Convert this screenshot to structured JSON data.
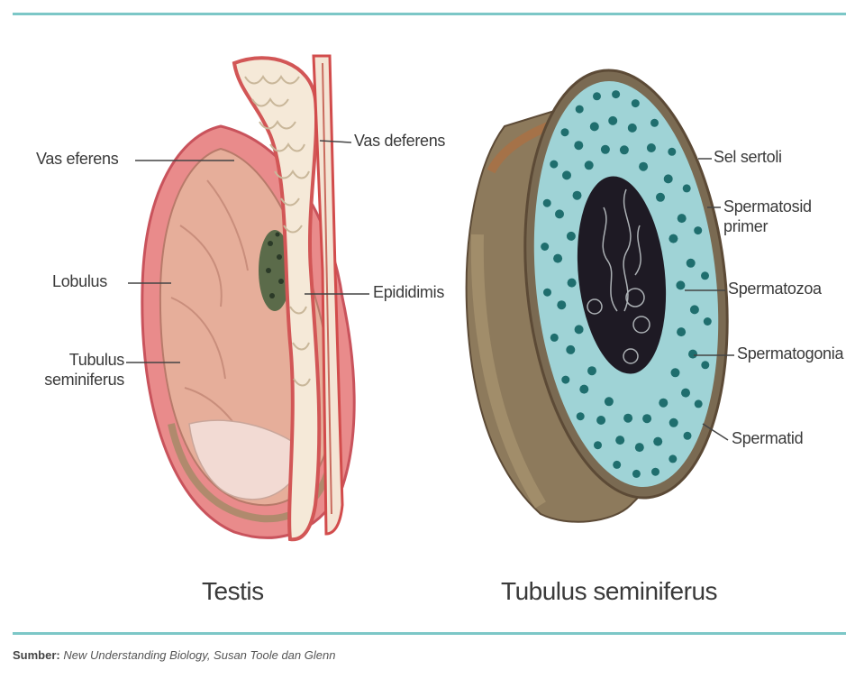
{
  "labels": {
    "vas_eferens": "Vas eferens",
    "vas_deferens": "Vas deferens",
    "lobulus": "Lobulus",
    "epididimis": "Epididimis",
    "tubulus_seminiferus_l1": "Tubulus",
    "tubulus_seminiferus_l2": "seminiferus",
    "sel_sertoli": "Sel sertoli",
    "spermatosid_l1": "Spermatosid",
    "spermatosid_l2": "primer",
    "spermatozoa": "Spermatozoa",
    "spermatogonia": "Spermatogonia",
    "spermatid": "Spermatid"
  },
  "captions": {
    "testis": "Testis",
    "tubulus": "Tubulus seminiferus"
  },
  "source": {
    "prefix": "Sumber:",
    "text": "New Understanding Biology, Susan Toole dan Glenn"
  },
  "colors": {
    "frame": "#7cc7c7",
    "testis_outer": "#e88a8a",
    "testis_inner": "#e7b09c",
    "tubule_outer": "#8a6b4a",
    "tubule_cells": "#9fd3d6",
    "lumen": "#1e1a24"
  }
}
